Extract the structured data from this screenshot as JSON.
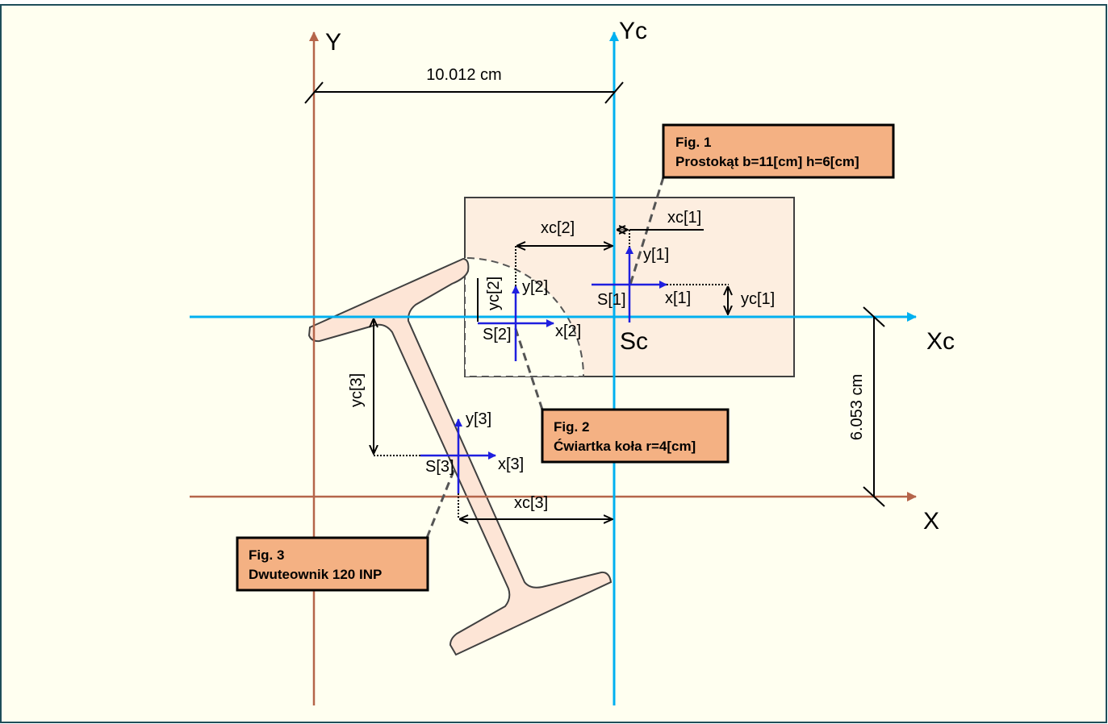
{
  "axes": {
    "y": "Y",
    "x": "X",
    "yc": "Yc",
    "xc": "Xc",
    "sc": "Sc"
  },
  "dimensions": {
    "horizontal": "10.012 cm",
    "vertical": "6.053 cm"
  },
  "labels": {
    "xc1": "xc[1]",
    "y1": "y[1]",
    "s1": "S[1]",
    "x1": "x[1]",
    "yc1": "yc[1]",
    "xc2": "xc[2]",
    "y2": "y[2]",
    "s2": "S[2]",
    "x2": "x[2]",
    "yc2": "yc[2]",
    "xc3": "xc[3]",
    "y3": "y[3]",
    "s3": "S[3]",
    "x3": "x[3]",
    "yc3": "yc[3]"
  },
  "figures": [
    {
      "title": "Fig. 1",
      "desc": "Prostokąt b=11[cm] h=6[cm]"
    },
    {
      "title": "Fig. 2",
      "desc": "Ćwiartka koła r=4[cm]"
    },
    {
      "title": "Fig. 3",
      "desc": "Dwuteownik 120 INP"
    }
  ],
  "colors": {
    "background": "#fffff0",
    "global_axes": "#b5654a",
    "central_axes": "#00b0f0",
    "local_axes": "#1f1fdf",
    "label_box": "#f4b183"
  }
}
